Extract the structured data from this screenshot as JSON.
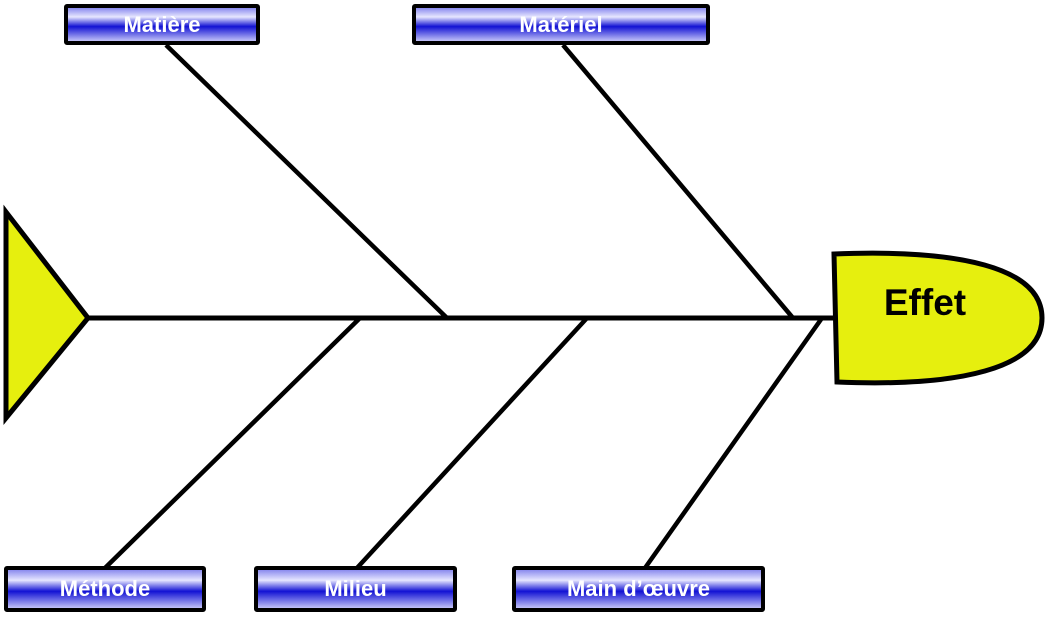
{
  "diagram": {
    "type": "fishbone-ishikawa",
    "effect": {
      "label": "Effet"
    },
    "top_causes": [
      {
        "label": "Matière"
      },
      {
        "label": "Matériel"
      }
    ],
    "bottom_causes": [
      {
        "label": "Méthode"
      },
      {
        "label": "Milieu"
      },
      {
        "label": "Main d’œuvre"
      }
    ]
  },
  "colors": {
    "background": "#ffffff",
    "line": "#000000",
    "node_fill": "#e6ef0e",
    "box_border": "#000000",
    "box_text": "#ffffff",
    "box_grad_top": "#8a8aee",
    "box_grad_light": "#e6e6ff",
    "box_grad_dark": "#1212d4",
    "box_grad_bottom": "#c2c2f8",
    "effect_text": "#000000"
  }
}
